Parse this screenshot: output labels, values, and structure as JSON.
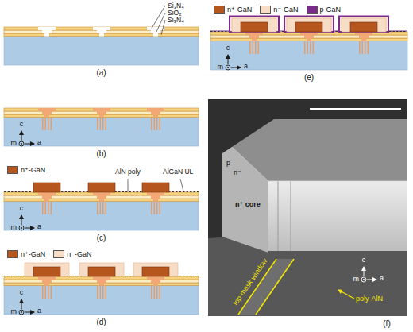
{
  "diagram": {
    "labels": [
      "Si₃N₄",
      "SiO₂",
      "Si₃N₄",
      "(a)",
      "c",
      "m",
      "a",
      "(b)",
      "AlN poly",
      "AlGaN UL",
      "c",
      "m",
      "a",
      "(c)",
      "c",
      "m",
      "a",
      "(d)",
      "c",
      "m",
      "a",
      "(e)",
      "p",
      "n⁻",
      "n⁺ core",
      "top mask window",
      "poly-AlN",
      "c",
      "m",
      "a",
      "(f)"
    ],
    "legend": [
      {
        "text": "n⁺-GaN",
        "color": "#b4561e"
      },
      {
        "text": "n⁺-GaN",
        "color": "#b4561e"
      },
      {
        "text": "n⁻-GaN",
        "color": "#f7dcc6"
      },
      {
        "text": "n⁺-GaN",
        "color": "#b4561e"
      },
      {
        "text": "n⁻-GaN",
        "color": "#f7dcc6"
      },
      {
        "text": "p-GaN",
        "color": "#7b2a8c"
      }
    ]
  }
}
